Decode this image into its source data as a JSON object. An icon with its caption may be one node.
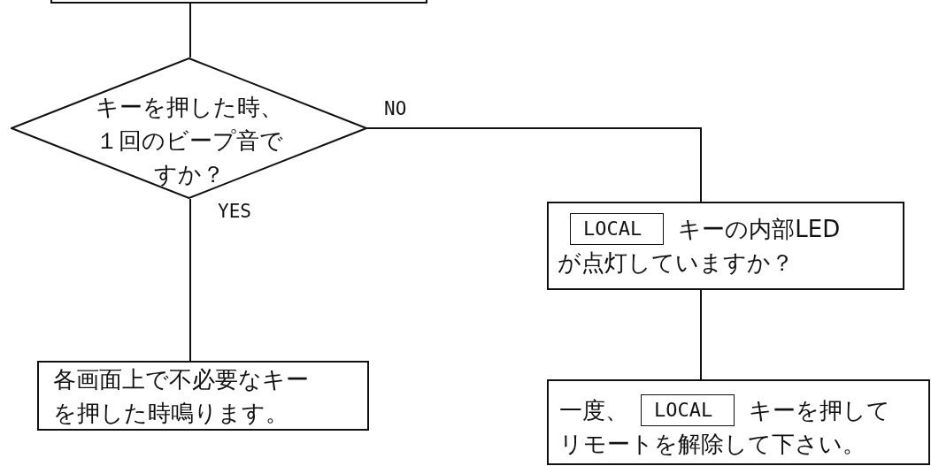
{
  "diagram": {
    "nodes": [
      {
        "text": [],
        "shape": "box"
      },
      {
        "text": [
          "キーを押した時、１回のビープ音ですか？"
        ]
      },
      {
        "text": [
          "キーの内部LED が点灯していますか？"
        ]
      },
      {
        "text": [
          "LOCAL"
        ],
        "in": 2
      },
      {
        "text": [
          "各画面上で不必要なキーを押した時鳴ります。"
        ]
      },
      {
        "text": [
          "一度、",
          "キーを押してリモートを解除して下さい。"
        ]
      },
      {
        "text": [
          "LOCAL"
        ],
        "in": 5
      }
    ],
    "edges": [
      {
        "from": 0,
        "to": 1,
        "arrow": "none"
      },
      {
        "from": 1,
        "to": 2,
        "arrow": "none",
        "label": "NO"
      },
      {
        "from": 1,
        "to": 4,
        "arrow": "none",
        "label": "YES"
      },
      {
        "from": 2,
        "to": 5,
        "arrow": "none"
      }
    ]
  }
}
